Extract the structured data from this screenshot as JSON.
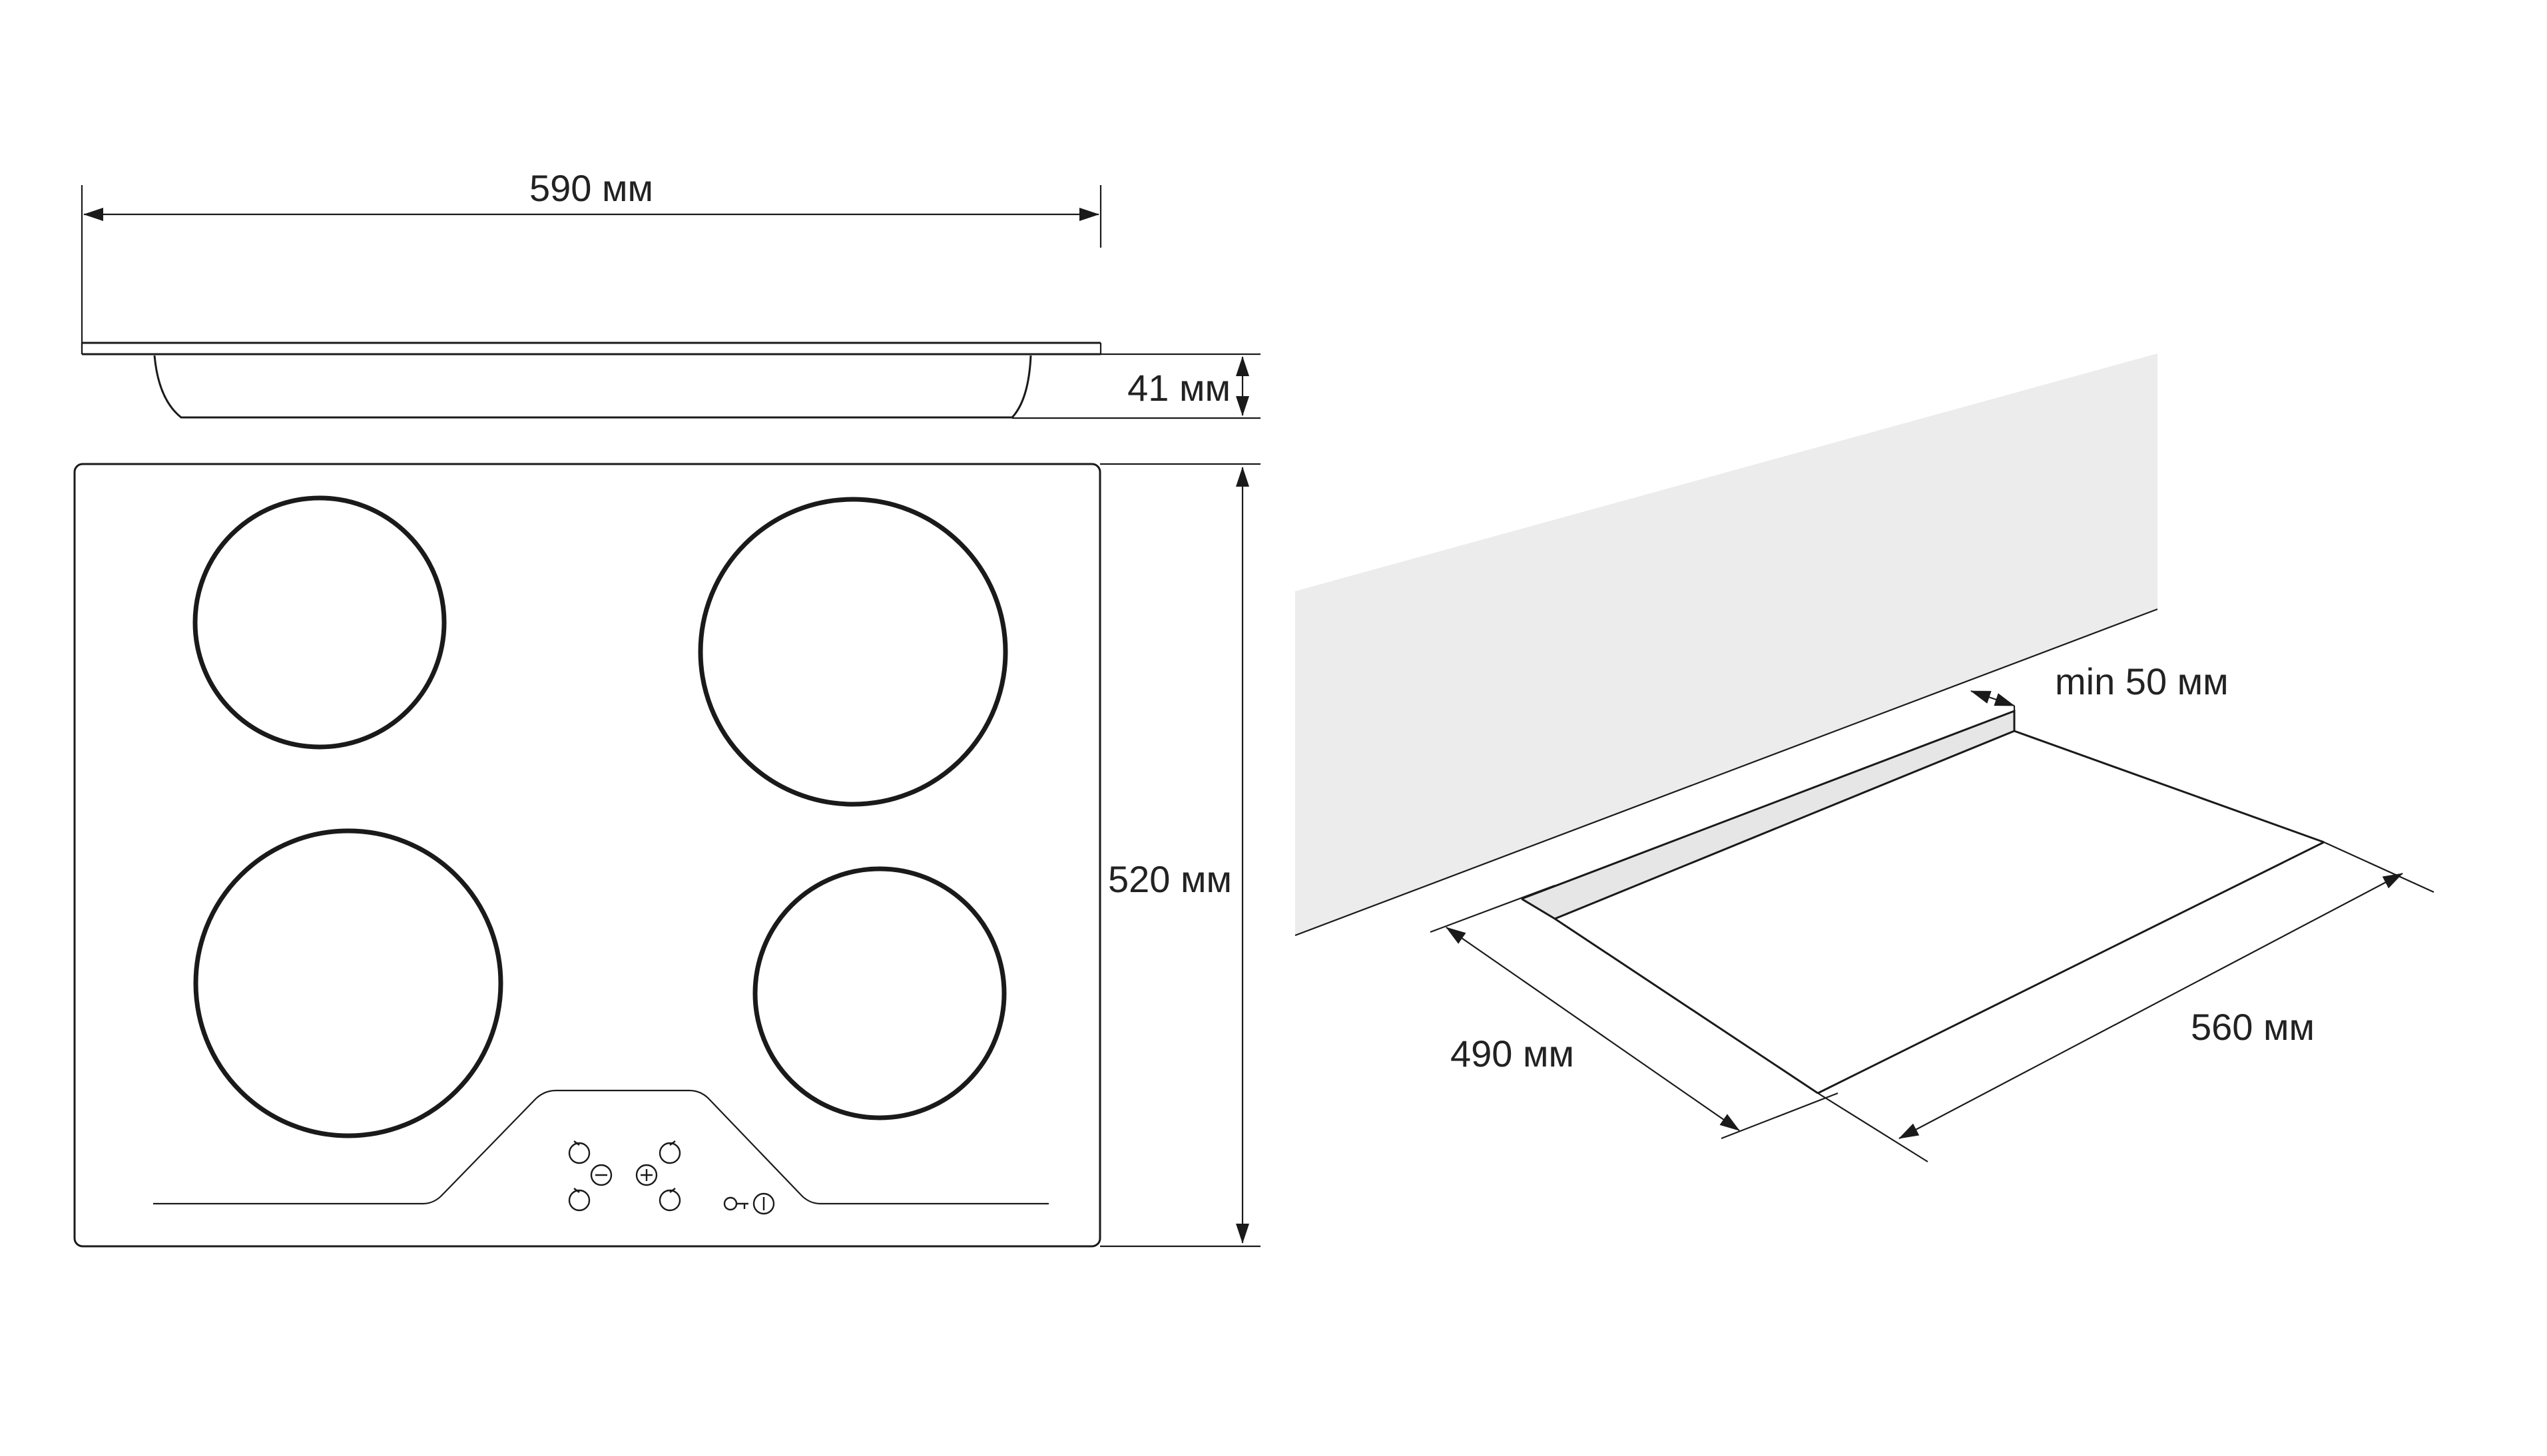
{
  "dimensions": {
    "width_label": "590 мм",
    "depth_label": "41 мм",
    "length_label": "520 мм",
    "clearance_label": "min 50 мм",
    "cutout_depth_label": "490 мм",
    "cutout_width_label": "560 мм"
  },
  "colors": {
    "line": "#1a1a1a",
    "wall": "#ececec",
    "background": "#ffffff"
  },
  "icons": [
    "power-icon",
    "lock-icon",
    "plus-icon",
    "minus-icon",
    "timer-icon"
  ]
}
